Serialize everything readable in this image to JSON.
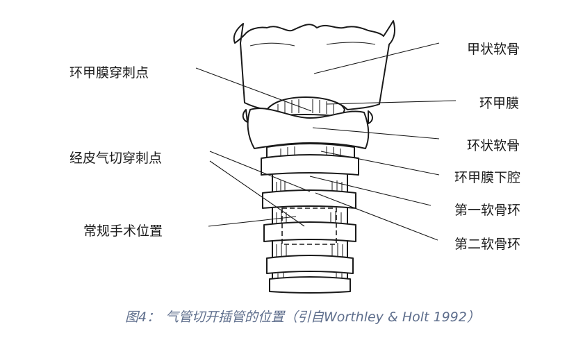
{
  "labels_left": {
    "cricothyroid_puncture": "环甲膜穿刺点",
    "percutaneous_puncture": "经皮气切穿刺点",
    "conventional_site": "常规手术位置"
  },
  "labels_right": {
    "thyroid_cartilage": "甲状软骨",
    "cricothyroid_membrane": "环甲膜",
    "cricoid_cartilage": "环状软骨",
    "subglottic_space": "环甲膜下腔",
    "first_ring": "第一软骨环",
    "second_ring": "第二软骨环"
  },
  "caption": {
    "figure_no": "图4：",
    "text": "气管切开插管的位置（引自Worthley & Holt 1992）"
  },
  "colors": {
    "ink": "#1a1a1a",
    "caption": "#5e6e8c"
  }
}
